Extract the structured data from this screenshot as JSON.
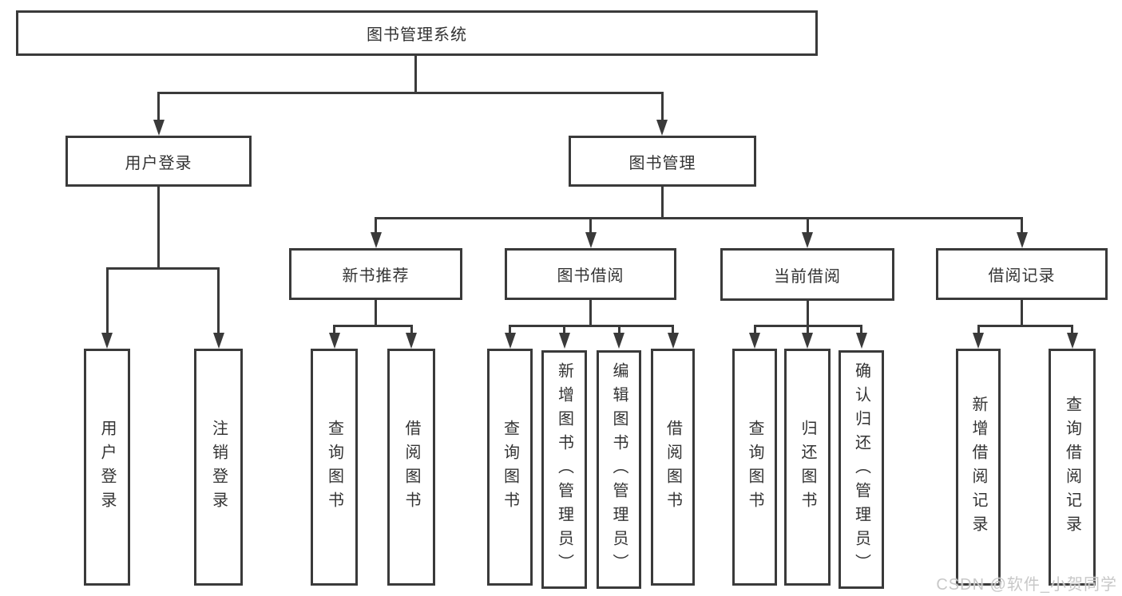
{
  "diagram": {
    "title": "图书管理系统",
    "watermark": "CSDN @软件_小贺同学",
    "colors": {
      "line": "#3a3a3a",
      "text": "#333333",
      "background": "#ffffff",
      "watermark": "#c8c8c8"
    },
    "nodes": {
      "root": {
        "label": "图书管理系统"
      },
      "user_login": {
        "label": "用户登录"
      },
      "book_mgmt": {
        "label": "图书管理"
      },
      "new_book_rec": {
        "label": "新书推荐"
      },
      "book_borrow": {
        "label": "图书借阅"
      },
      "current_borrow": {
        "label": "当前借阅"
      },
      "borrow_record": {
        "label": "借阅记录"
      },
      "leaf_user_login": {
        "label": "用户登录"
      },
      "leaf_logout": {
        "label": "注销登录"
      },
      "leaf_nb_query": {
        "label": "查询图书"
      },
      "leaf_nb_borrow": {
        "label": "借阅图书"
      },
      "leaf_bb_query": {
        "label": "查询图书"
      },
      "leaf_bb_add": {
        "label": "新增图书（管理员）"
      },
      "leaf_bb_edit": {
        "label": "编辑图书（管理员）"
      },
      "leaf_bb_borrow": {
        "label": "借阅图书"
      },
      "leaf_cb_query": {
        "label": "查询图书"
      },
      "leaf_cb_return": {
        "label": "归还图书"
      },
      "leaf_cb_confirm": {
        "label": "确认归还（管理员）"
      },
      "leaf_br_add": {
        "label": "新增借阅记录"
      },
      "leaf_br_query": {
        "label": "查询借阅记录"
      }
    },
    "edges": [
      {
        "from": "root",
        "to": "user_login"
      },
      {
        "from": "root",
        "to": "book_mgmt"
      },
      {
        "from": "user_login",
        "to": "leaf_user_login"
      },
      {
        "from": "user_login",
        "to": "leaf_logout"
      },
      {
        "from": "book_mgmt",
        "to": "new_book_rec"
      },
      {
        "from": "book_mgmt",
        "to": "book_borrow"
      },
      {
        "from": "book_mgmt",
        "to": "current_borrow"
      },
      {
        "from": "book_mgmt",
        "to": "borrow_record"
      },
      {
        "from": "new_book_rec",
        "to": "leaf_nb_query"
      },
      {
        "from": "new_book_rec",
        "to": "leaf_nb_borrow"
      },
      {
        "from": "book_borrow",
        "to": "leaf_bb_query"
      },
      {
        "from": "book_borrow",
        "to": "leaf_bb_add"
      },
      {
        "from": "book_borrow",
        "to": "leaf_bb_edit"
      },
      {
        "from": "book_borrow",
        "to": "leaf_bb_borrow"
      },
      {
        "from": "current_borrow",
        "to": "leaf_cb_query"
      },
      {
        "from": "current_borrow",
        "to": "leaf_cb_return"
      },
      {
        "from": "current_borrow",
        "to": "leaf_cb_confirm"
      },
      {
        "from": "borrow_record",
        "to": "leaf_br_add"
      },
      {
        "from": "borrow_record",
        "to": "leaf_br_query"
      }
    ]
  }
}
